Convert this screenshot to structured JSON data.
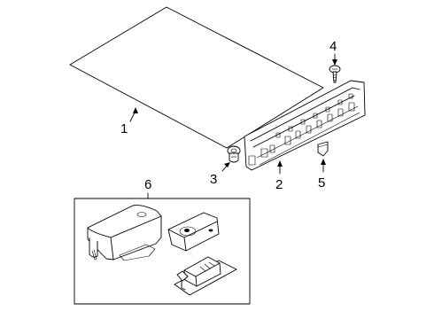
{
  "callouts": {
    "c1": "1",
    "c2": "2",
    "c3": "3",
    "c4": "4",
    "c5": "5",
    "c6": "6"
  },
  "parts": [
    {
      "callout": "1",
      "icon": "trunk-floor-mat"
    },
    {
      "callout": "2",
      "icon": "rear-sill-scuff-plate"
    },
    {
      "callout": "3",
      "icon": "push-pin-clip"
    },
    {
      "callout": "4",
      "icon": "screw"
    },
    {
      "callout": "5",
      "icon": "retainer-clip"
    },
    {
      "callout": "6",
      "icon": "tool-kit-box"
    }
  ]
}
